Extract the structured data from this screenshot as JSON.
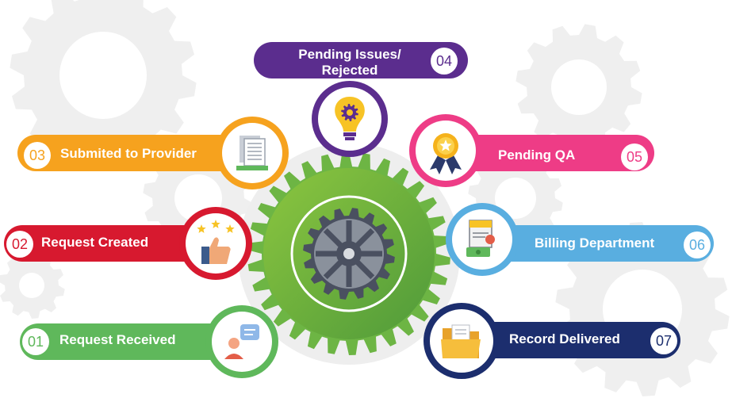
{
  "steps": [
    {
      "number": "01",
      "label": "Request Received",
      "color": "#5fb85b",
      "icon": "person-chat-icon"
    },
    {
      "number": "02",
      "label": "Request Created",
      "color": "#d7192f",
      "icon": "thumbs-up-stars-icon"
    },
    {
      "number": "03",
      "label": "Submited to Provider",
      "color": "#f6a21e",
      "icon": "document-stack-icon"
    },
    {
      "number": "04",
      "label_line1": "Pending Issues/",
      "label_line2": "Rejected",
      "color": "#5b2d8e",
      "icon": "lightbulb-gear-icon"
    },
    {
      "number": "05",
      "label": "Pending QA",
      "color": "#ee3c86",
      "icon": "award-ribbon-icon"
    },
    {
      "number": "06",
      "label": "Billing Department",
      "color": "#59aee0",
      "icon": "tax-invoice-icon"
    },
    {
      "number": "07",
      "label": "Record Delivered",
      "color": "#1c2e6e",
      "icon": "folder-icon"
    }
  ],
  "colors": {
    "center_gear": "#6db544",
    "inner_gear": "#4a5060",
    "background_gear": "#e9e9e9"
  }
}
